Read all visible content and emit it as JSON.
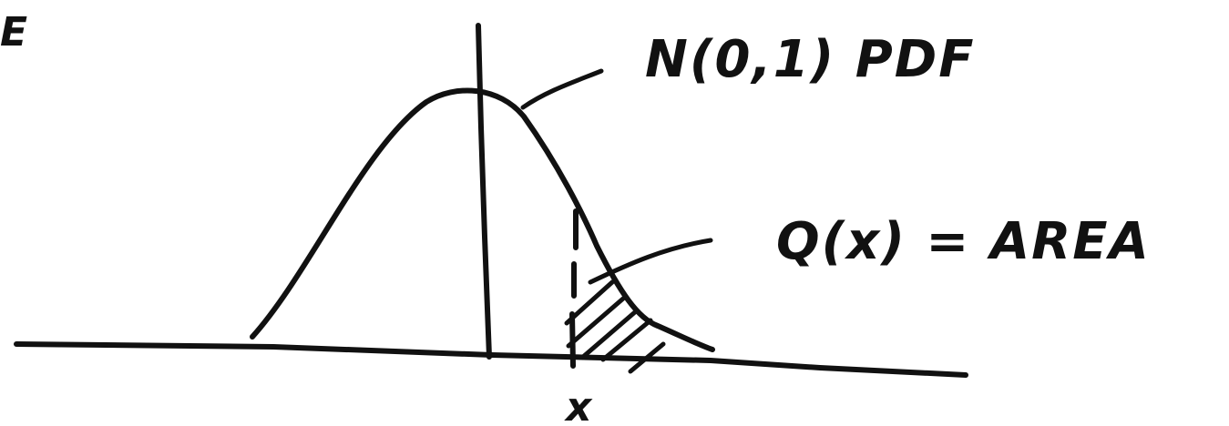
{
  "labels": {
    "pdf_label": "N(0,1) PDF",
    "q_label": "Q(x) = AREA",
    "x_label": "x",
    "corner_mark": "E"
  },
  "colors": {
    "ink": "#111111",
    "background": "#ffffff"
  }
}
